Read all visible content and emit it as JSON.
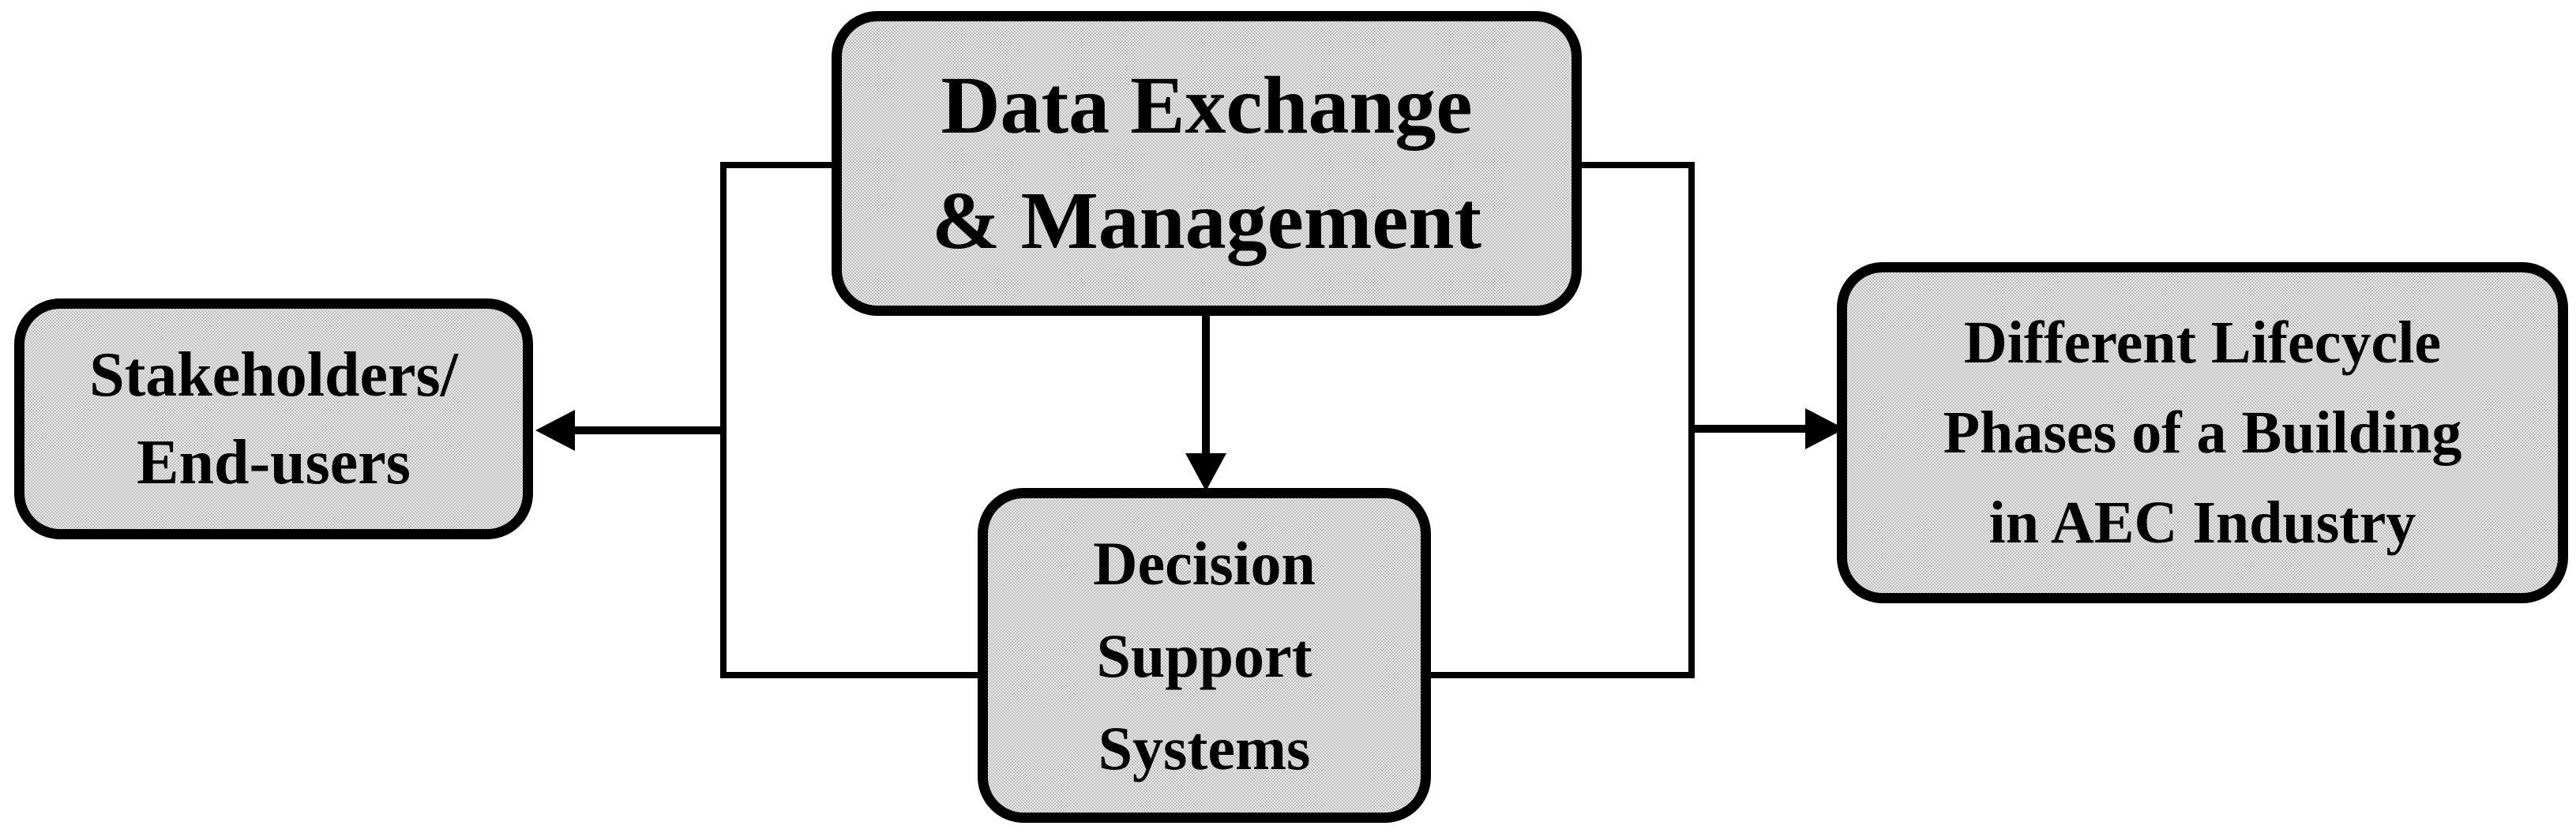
{
  "diagram": {
    "nodes": {
      "data_exchange": {
        "name": "Data Exchange & Management",
        "lines": [
          "Data Exchange",
          "& Management"
        ]
      },
      "stakeholders": {
        "name": "Stakeholders/End-users",
        "lines": [
          "Stakeholders/",
          "End-users"
        ]
      },
      "lifecycle": {
        "name": "Different Lifecycle Phases of a Building in AEC Industry",
        "lines": [
          "Different Lifecycle",
          "Phases of a Building",
          "in AEC Industry"
        ]
      },
      "decision_support": {
        "name": "Decision Support Systems",
        "lines": [
          "Decision",
          "Support",
          "Systems"
        ]
      }
    },
    "edges": [
      {
        "from": "Data Exchange & Management",
        "to": "Decision Support Systems",
        "type": "arrow",
        "direction": "down"
      },
      {
        "from": "Data Exchange & Management / Decision Support Systems",
        "to": "Stakeholders/End-users",
        "type": "arrow",
        "direction": "left"
      },
      {
        "from": "Data Exchange & Management / Decision Support Systems",
        "to": "Different Lifecycle Phases of a Building in AEC Industry",
        "type": "arrow",
        "direction": "right"
      }
    ],
    "colors": {
      "node_fill": "#d2d2d2",
      "node_border": "#000000",
      "connector": "#000000",
      "text": "#000000",
      "background": "#ffffff"
    }
  }
}
